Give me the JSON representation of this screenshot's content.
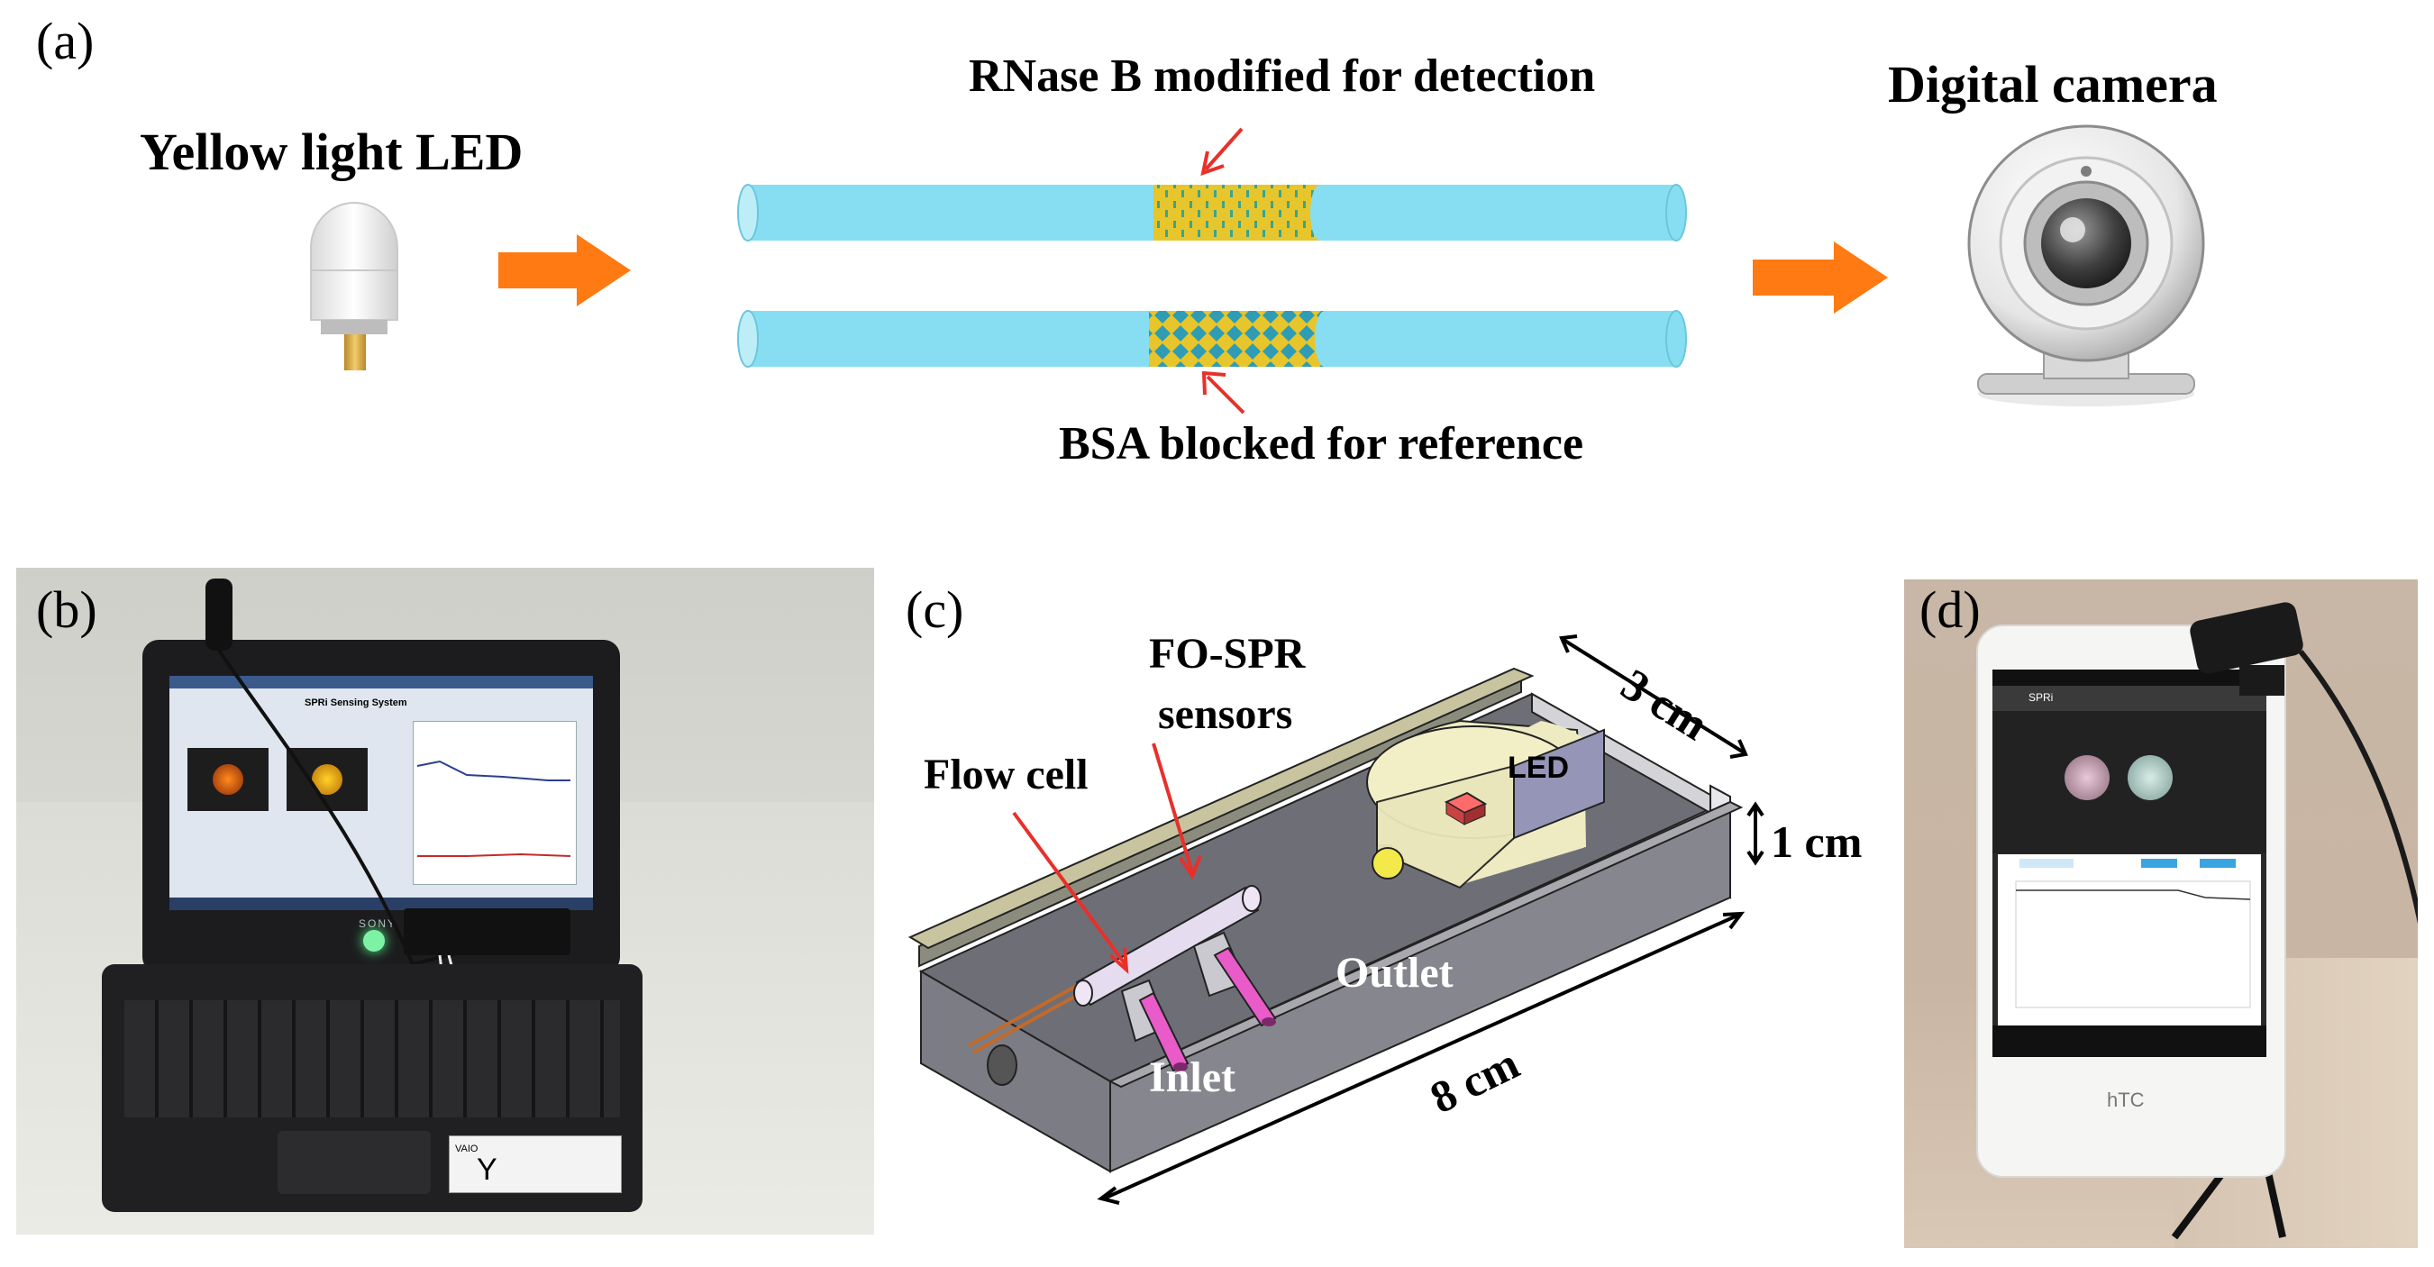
{
  "panel_a": {
    "letter": "(a)",
    "led_label": "Yellow light LED",
    "detect_label": "RNase B modified for detection",
    "ref_label": "BSA blocked for reference",
    "camera_label": "Digital camera"
  },
  "panel_b": {
    "letter": "(b)",
    "screen_title": "SPRi Sensing System",
    "laptop_brand": "SONY",
    "sticker_brand": "VAIO",
    "sticker_model": "Y"
  },
  "panel_c": {
    "letter": "(c)",
    "sensors_label_1": "FO-SPR",
    "sensors_label_2": "sensors",
    "flow_cell_label": "Flow cell",
    "led_label": "LED",
    "outlet_label": "Outlet",
    "inlet_label": "Inlet",
    "dim_width": "3 cm",
    "dim_height": "1 cm",
    "dim_length": "8 cm"
  },
  "panel_d": {
    "letter": "(d)",
    "app_title": "SPRi",
    "phone_brand": "hTC"
  },
  "colors": {
    "fiber": "#87DEF2",
    "fiber_edge": "#6BC7DC",
    "gold": "#E7C52C",
    "arrow_orange": "#FF7A12",
    "pointer_red": "#E8302A",
    "box_gray": "#6E6E76",
    "led_body": "#EEEBC2",
    "magenta": "#E85BC9"
  }
}
